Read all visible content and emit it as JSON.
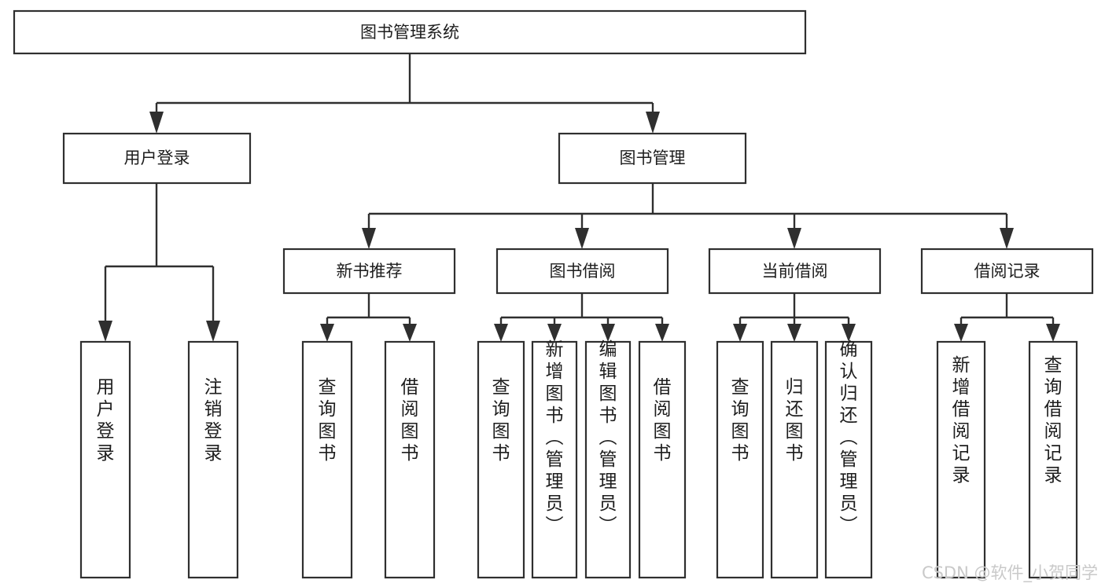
{
  "diagram": {
    "type": "tree-structure-chart",
    "title": "图书管理系统",
    "background_color": "#ffffff",
    "box_stroke_color": "#2f2f2f",
    "box_fill_color": "#ffffff",
    "text_color": "#1d1d1d",
    "connector_color": "#2f2f2f"
  },
  "root": {
    "label": "图书管理系统"
  },
  "level2": [
    {
      "label": "用户登录"
    },
    {
      "label": "图书管理"
    }
  ],
  "level3": [
    {
      "label": "新书推荐"
    },
    {
      "label": "图书借阅"
    },
    {
      "label": "当前借阅"
    },
    {
      "label": "借阅记录"
    }
  ],
  "leaves": {
    "user_login": [
      {
        "label": "用户登录"
      },
      {
        "label": "注销登录"
      }
    ],
    "new_book_recommend": [
      {
        "label": "查询图书"
      },
      {
        "label": "借阅图书"
      }
    ],
    "book_borrow": [
      {
        "label": "查询图书"
      },
      {
        "label": "新增图书（管理员）"
      },
      {
        "label": "编辑图书（管理员）"
      },
      {
        "label": "借阅图书"
      }
    ],
    "current_borrow": [
      {
        "label": "查询图书"
      },
      {
        "label": "归还图书"
      },
      {
        "label": "确认归还（管理员）"
      }
    ],
    "borrow_record": [
      {
        "label": "新增借阅记录"
      },
      {
        "label": "查询借阅记录"
      }
    ]
  },
  "watermark": {
    "text": "CSDN @软件_小贺同学",
    "color": "#c9c9c9"
  }
}
